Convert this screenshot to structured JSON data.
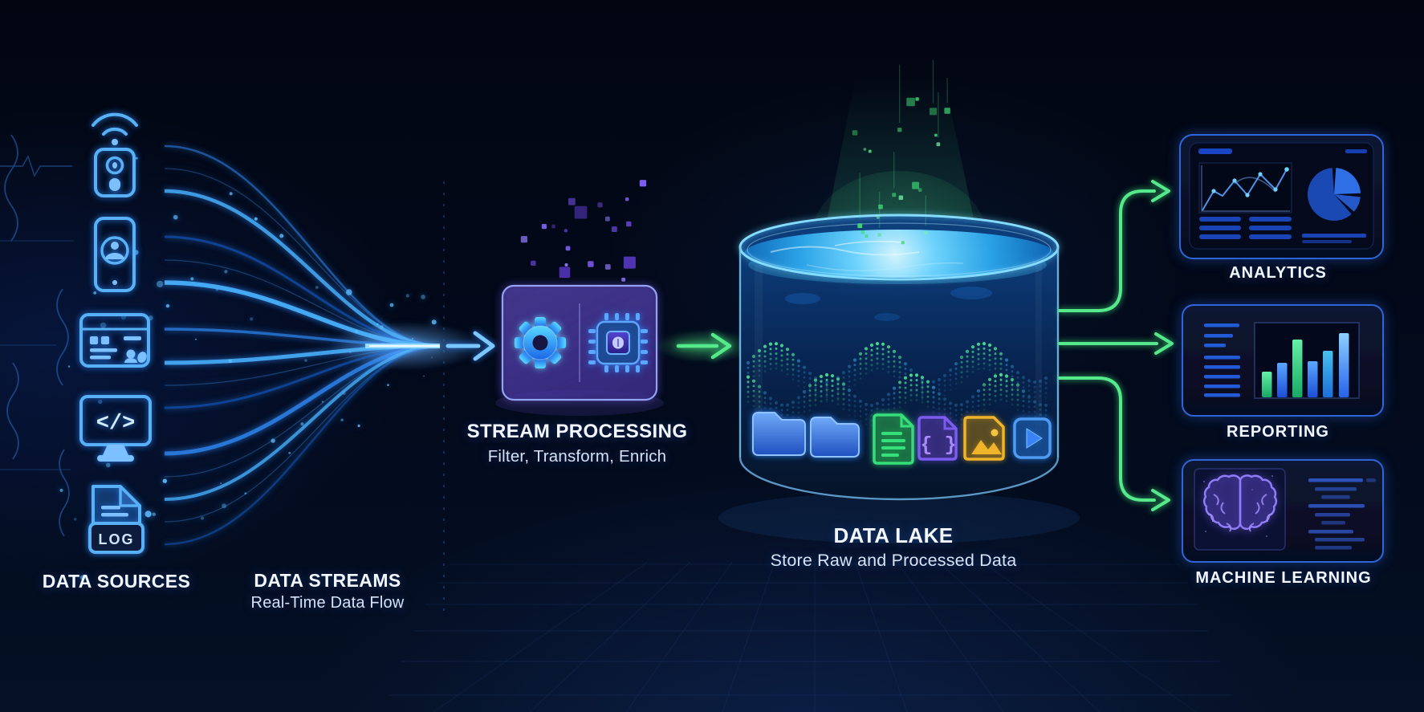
{
  "colors": {
    "background": "#030917",
    "neon_blue": "#4fb3ff",
    "stream_blue": "#2e86f0",
    "neon_green": "#54e88c",
    "neon_purple": "#7a5cf0",
    "cylinder_rim": "#86dcff",
    "panel_border": "#2d66d9",
    "accent_gold": "#f0b429",
    "doc_green": "#35e07a",
    "text": "#f3f7ff",
    "subtext": "#d7e2f5"
  },
  "stages": {
    "sources": {
      "title": "DATA SOURCES",
      "icons": [
        "wifi-sensor-icon",
        "mobile-user-icon",
        "web-form-icon",
        "code-monitor-icon",
        "log-file-icon"
      ],
      "code_glyph": "</>",
      "log_glyph": "LOG"
    },
    "streams": {
      "title": "DATA STREAMS",
      "subtitle": "Real-Time Data Flow"
    },
    "processing": {
      "title": "STREAM PROCESSING",
      "subtitle": "Filter, Transform, Enrich",
      "icons": [
        "gear-icon",
        "chip-icon"
      ]
    },
    "lake": {
      "title": "DATA LAKE",
      "subtitle": "Store Raw and Processed Data",
      "icons": [
        "folder-icon",
        "folder-icon",
        "document-icon",
        "json-braces-icon",
        "image-file-icon",
        "video-play-icon"
      ],
      "braces_glyph": "{ }"
    },
    "outputs": [
      {
        "title": "ANALYTICS",
        "icon": "dashboard-charts-icon"
      },
      {
        "title": "REPORTING",
        "icon": "bar-chart-icon",
        "bars": [
          32,
          43,
          72,
          45,
          58,
          80
        ]
      },
      {
        "title": "MACHINE LEARNING",
        "icon": "brain-icon"
      }
    ]
  }
}
